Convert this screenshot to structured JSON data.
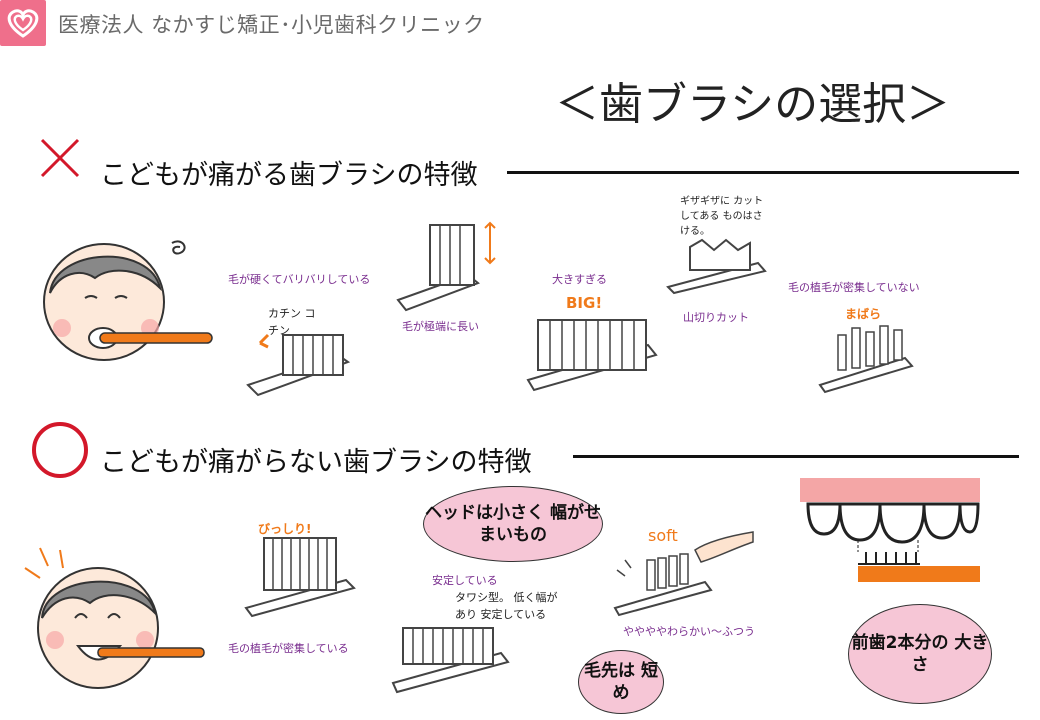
{
  "header": {
    "clinic_name": "医療法人 なかすじ矯正･小児歯科クリニック"
  },
  "title": "＜歯ブラシの選択＞",
  "bad_section": {
    "heading": "こどもが痛がる歯ブラシの特徴",
    "mark": "×",
    "captions": {
      "hard": "毛が硬くてバリバリしている",
      "hard_sfx": "カチン コチン",
      "long": "毛が極端に長い",
      "big": "大きすぎる",
      "big_sfx": "BIG!",
      "jagged": "山切りカット",
      "jagged_note": "ギザギザに カットしてある ものはさける。",
      "sparse": "毛の植毛が密集していない",
      "sparse_sfx": "まばら"
    }
  },
  "good_section": {
    "heading": "こどもが痛がらない歯ブラシの特徴",
    "mark": "○",
    "captions": {
      "dense": "毛の植毛が密集している",
      "dense_sfx": "びっしり!",
      "stable": "安定している",
      "stable_note": "タワシ型。 低く幅があり 安定している",
      "soft": "ややややわらかい〜ふつう",
      "soft_sfx": "soft"
    },
    "bubbles": {
      "head": "ヘッドは小さく 幅がせまいもの",
      "bristle": "毛先は 短め",
      "size": "前歯2本分の 大きさ"
    }
  },
  "colors": {
    "pink": "#f6c6d6",
    "red": "#d3182a",
    "orange": "#f07a1a",
    "caption": "#7a2e8f"
  }
}
